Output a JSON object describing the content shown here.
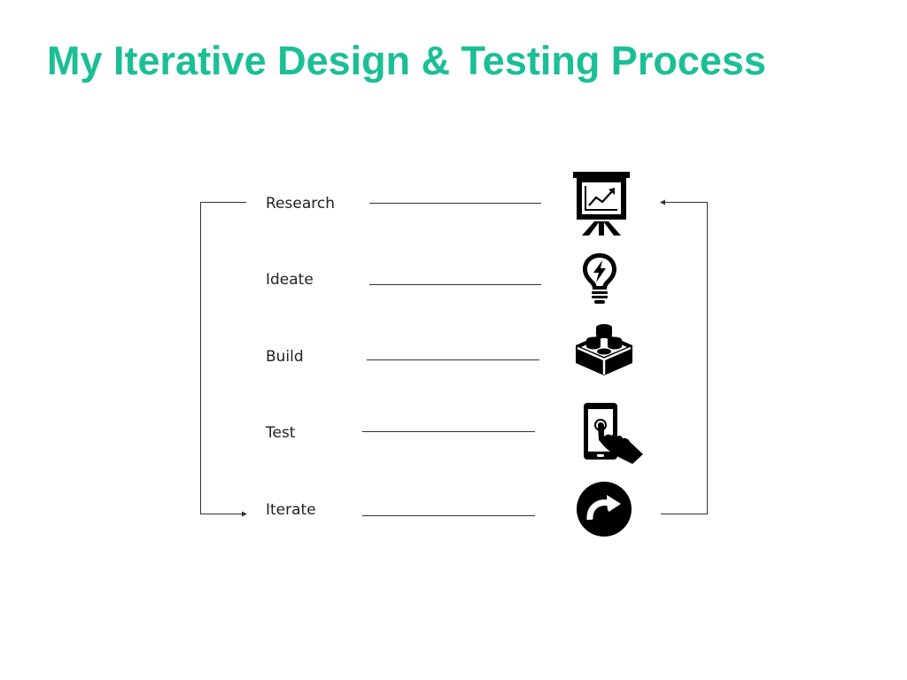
{
  "slide": {
    "title": "My Iterative Design & Testing Process",
    "title_color": "#1bbf95",
    "text_color": "#222222",
    "icon_color": "#000000"
  },
  "steps": [
    {
      "label": "Research",
      "icon": "presentation-chart-icon"
    },
    {
      "label": "Ideate",
      "icon": "lightbulb-icon"
    },
    {
      "label": "Build",
      "icon": "building-block-icon"
    },
    {
      "label": "Test",
      "icon": "tablet-touch-icon"
    },
    {
      "label": "Iterate",
      "icon": "redo-circle-icon"
    }
  ]
}
